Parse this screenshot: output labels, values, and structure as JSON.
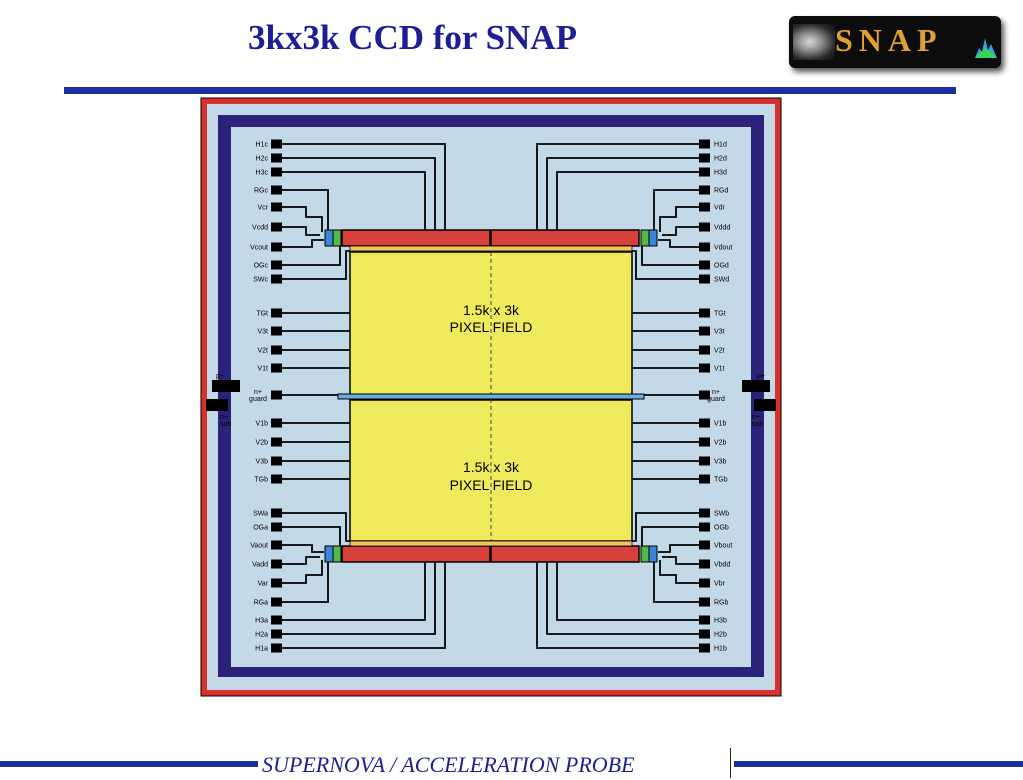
{
  "header": {
    "title": "3kx3k CCD for SNAP",
    "logo_text": "SNAP"
  },
  "footer": {
    "text": "SUPERNOVA  /  ACCELERATION PROBE"
  },
  "diagram": {
    "field_top": [
      "1.5k x 3k",
      "PIXEL FIELD"
    ],
    "field_bottom": [
      "1.5k x 3k",
      "PIXEL FIELD"
    ],
    "left_labels_top": [
      "H1c",
      "H2c",
      "H3c",
      "RGc",
      "Vcr",
      "Vcdd",
      "Vcout",
      "OGc",
      "SWc"
    ],
    "right_labels_top": [
      "H1d",
      "H2d",
      "H3d",
      "RGd",
      "Vdr",
      "Vddd",
      "Vdout",
      "OGd",
      "SWd"
    ],
    "left_labels_mid": [
      "TGt",
      "V3t",
      "V2t",
      "V1t",
      "n+ guard",
      "V1b",
      "V2b",
      "V3b",
      "TGb"
    ],
    "right_labels_mid": [
      "TGt",
      "V3t",
      "V2t",
      "V1t",
      "n+ guard",
      "V1b",
      "V2b",
      "V3b",
      "TGb"
    ],
    "left_labels_bottom": [
      "SWa",
      "OGa",
      "Vaout",
      "Vadd",
      "Var",
      "RGa",
      "H3a",
      "H2a",
      "H1a"
    ],
    "right_labels_bottom": [
      "SWb",
      "OGb",
      "Vbout",
      "Vbdd",
      "Vbr",
      "RGb",
      "H3b",
      "H2b",
      "H1b"
    ],
    "edge_labels": {
      "p_plus": "p+",
      "n_plus": "n+",
      "sub": "sub"
    },
    "colors": {
      "outer": "#d8312c",
      "navy": "#2b237a",
      "inner": "#c4d9e8",
      "field": "#eeea5c",
      "register": "#d8403c",
      "guard": "#6aaee0"
    }
  }
}
